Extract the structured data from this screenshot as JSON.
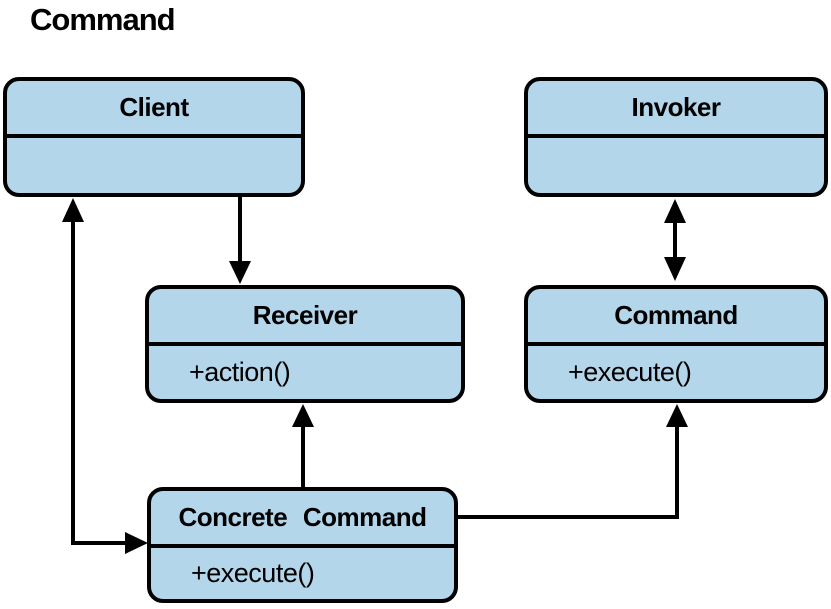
{
  "title": "Command",
  "colors": {
    "background": "#FFFFFF",
    "box_fill": "#B3D6EB",
    "box_border": "#000000",
    "line": "#000000",
    "text": "#000000"
  },
  "boxes": {
    "client": {
      "title": "Client",
      "body": ""
    },
    "invoker": {
      "title": "Invoker",
      "body": ""
    },
    "receiver": {
      "title": "Receiver",
      "body": "+action()"
    },
    "command": {
      "title": "Command",
      "body": "+execute()"
    },
    "concrete_command": {
      "title": "Concrete Command",
      "body": "+execute()"
    }
  },
  "connectors": [
    {
      "id": "client-to-receiver",
      "from": "Client",
      "to": "Receiver",
      "shape": "straight-vertical",
      "arrowheads": "end"
    },
    {
      "id": "invoker-command",
      "from": "Invoker",
      "to": "Command",
      "shape": "straight-vertical",
      "arrowheads": "both"
    },
    {
      "id": "concrete-command-to-receiver",
      "from": "Concrete Command",
      "to": "Receiver",
      "shape": "straight-vertical",
      "arrowheads": "end"
    },
    {
      "id": "concrete-command-to-command",
      "from": "Concrete Command",
      "to": "Command",
      "shape": "elbow-right-up",
      "arrowheads": "end"
    },
    {
      "id": "client-concrete-command",
      "from": "Client",
      "to": "Concrete Command",
      "shape": "elbow-down-right",
      "arrowheads": "both"
    }
  ]
}
